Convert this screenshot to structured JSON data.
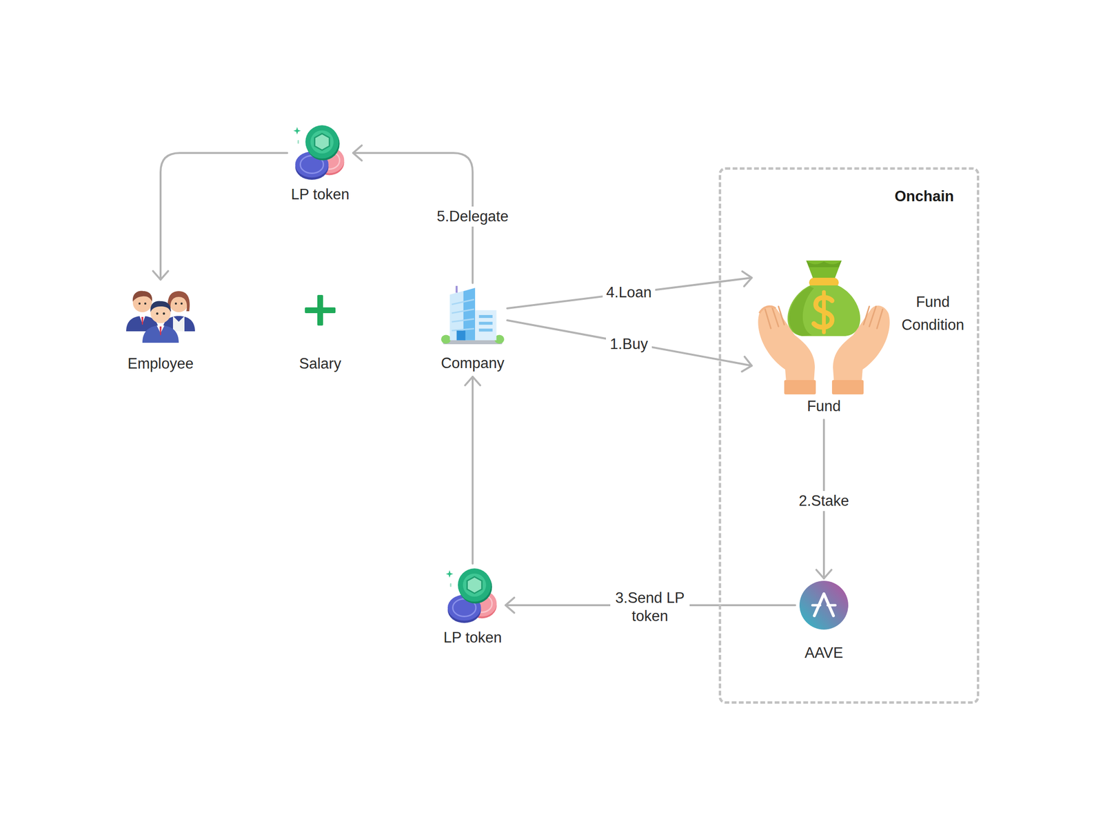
{
  "diagram": {
    "nodes": [
      {
        "text": [
          "LP token"
        ]
      },
      {
        "text": [
          "Employee"
        ]
      },
      {
        "text": [
          "Salary"
        ]
      },
      {
        "text": [
          "Company"
        ]
      },
      {
        "text": [
          "Onchain"
        ]
      },
      {
        "text": [
          "Fund"
        ],
        "in": 4
      },
      {
        "text": [
          "AAVE"
        ],
        "in": 4
      },
      {
        "text": [
          "LP token"
        ]
      }
    ],
    "edges": [
      {
        "from": 3,
        "to": 0,
        "label": "5.Delegate",
        "arrow": "to"
      },
      {
        "from": 0,
        "to": 1,
        "arrow": "to"
      },
      {
        "from": 3,
        "to": 5,
        "label": "4.Loan",
        "arrow": "to"
      },
      {
        "from": 3,
        "to": 5,
        "label": "1.Buy",
        "arrow": "to"
      },
      {
        "from": 5,
        "to": 6,
        "label": "2.Stake",
        "arrow": "to"
      },
      {
        "from": 6,
        "to": 7,
        "label": "3.Send LP token",
        "arrow": "to"
      },
      {
        "from": 7,
        "to": 3,
        "arrow": "to"
      }
    ],
    "labels": [
      "Fund Condition"
    ]
  }
}
